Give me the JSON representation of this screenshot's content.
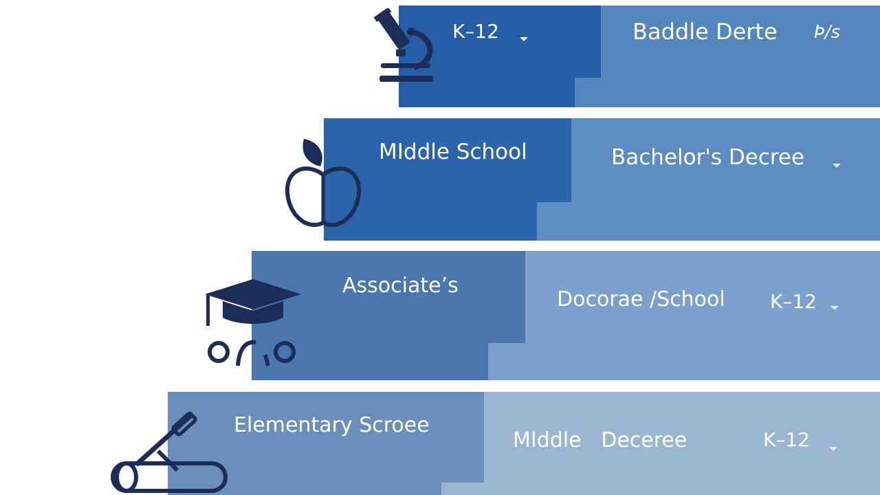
{
  "steps": [
    {
      "icon": "microscope-icon",
      "primary_label": "K–12",
      "secondary_label": "Baddle Derte",
      "tertiary_label": "Þ/ꜱ",
      "colors": {
        "left": "#255ea6",
        "right": "#5585bd"
      }
    },
    {
      "icon": "apple-icon",
      "primary_label": "MIddle School",
      "secondary_label": "Bachelor's Decree",
      "colors": {
        "left": "#2a64aa",
        "right": "#5c8cc2"
      }
    },
    {
      "icon": "graduation-cap-icon",
      "primary_label": "Associate’s",
      "secondary_label": "Docorae /School",
      "tertiary_label": "K–12",
      "colors": {
        "left": "#4a77ad",
        "right": "#7aa0cb"
      }
    },
    {
      "icon": "diploma-scroll-icon",
      "primary_label": "Elementary Scroee",
      "secondary_label": "MIddle   Deceree",
      "tertiary_label": "K–12",
      "colors": {
        "left": "#6a8fbb",
        "right": "#9bb6d3"
      }
    }
  ],
  "icon_color": "#1c2d5a"
}
